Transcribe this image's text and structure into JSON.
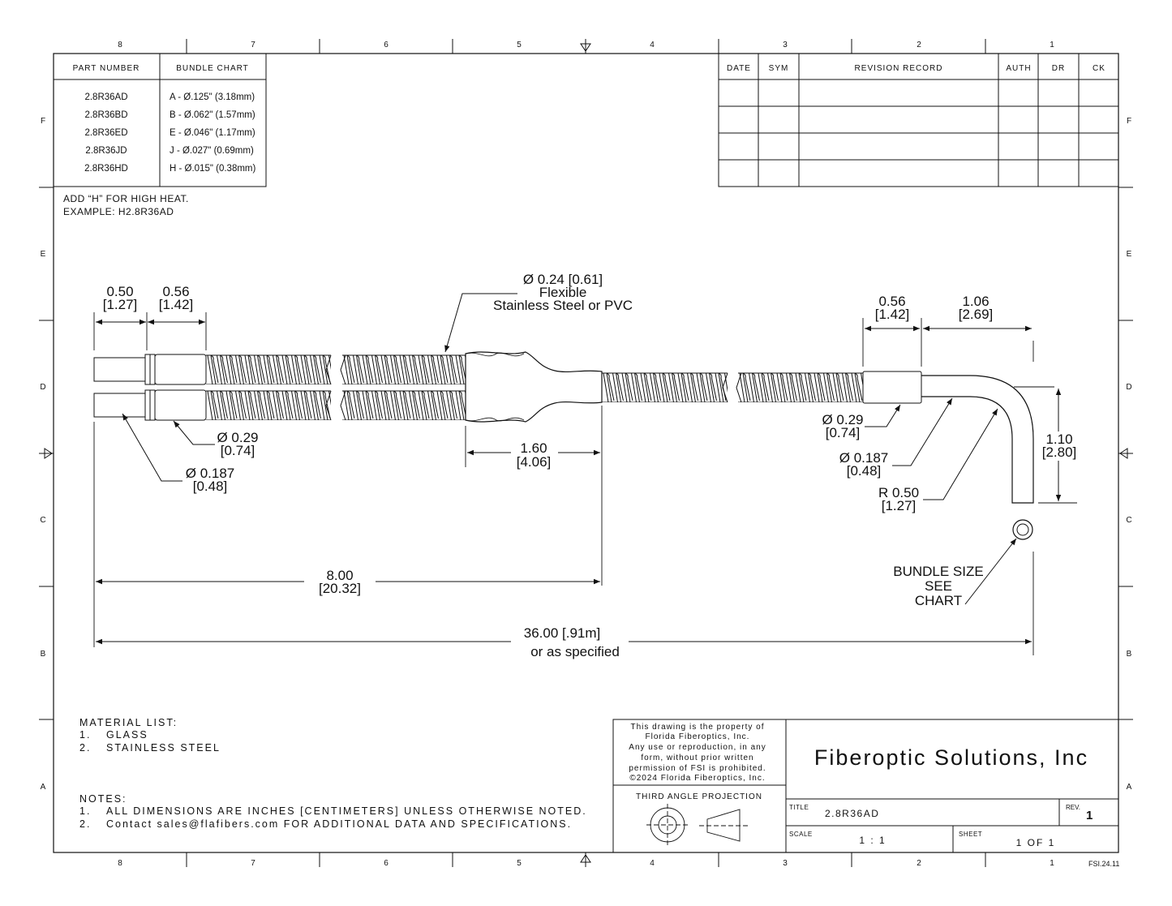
{
  "zones": {
    "columns": [
      "8",
      "7",
      "6",
      "5",
      "4",
      "3",
      "2",
      "1"
    ],
    "rows": [
      "F",
      "E",
      "D",
      "C",
      "B",
      "A"
    ]
  },
  "bundle_table": {
    "headers": [
      "PART NUMBER",
      "BUNDLE CHART"
    ],
    "rows": [
      {
        "part": "2.8R36AD",
        "bundle": "A - Ø.125\" (3.18mm)"
      },
      {
        "part": "2.8R36BD",
        "bundle": "B - Ø.062\" (1.57mm)"
      },
      {
        "part": "2.8R36ED",
        "bundle": "E - Ø.046\" (1.17mm)"
      },
      {
        "part": "2.8R36JD",
        "bundle": "J  - Ø.027\" (0.69mm)"
      },
      {
        "part": "2.8R36HD",
        "bundle": "H - Ø.015\" (0.38mm)"
      }
    ]
  },
  "revision_table": {
    "headers": [
      "DATE",
      "SYM",
      "REVISION RECORD",
      "AUTH",
      "DR",
      "CK"
    ]
  },
  "high_heat_note": [
    "ADD “H” FOR HIGH HEAT.",
    "EXAMPLE: H2.8R36AD"
  ],
  "dimensions": {
    "d050": [
      "0.50",
      "[1.27]"
    ],
    "d056_left": [
      "0.56",
      "[1.42]"
    ],
    "sheath": [
      "Ø 0.24 [0.61]",
      "Flexible",
      "Stainless Steel or PVC"
    ],
    "d029_left": [
      "Ø 0.29",
      "[0.74]"
    ],
    "d0187_left": [
      "Ø 0.187",
      "[0.48]"
    ],
    "d160": [
      "1.60",
      "[4.06]"
    ],
    "d800": [
      "8.00",
      "[20.32]"
    ],
    "d3600": [
      "36.00 [.91m]",
      "or as specified"
    ],
    "d056_right": [
      "0.56",
      "[1.42]"
    ],
    "d106": [
      "1.06",
      "[2.69]"
    ],
    "d029_right": [
      "Ø 0.29",
      "[0.74]"
    ],
    "d0187_right": [
      "Ø 0.187",
      "[0.48]"
    ],
    "radius": [
      "R 0.50",
      "[1.27]"
    ],
    "d110": [
      "1.10",
      "[2.80]"
    ],
    "bundle_size": [
      "BUNDLE SIZE",
      "SEE",
      "CHART"
    ]
  },
  "material_list": {
    "heading": "MATERIAL LIST:",
    "items": [
      {
        "num": "1.",
        "text": "GLASS"
      },
      {
        "num": "2.",
        "text": "STAINLESS STEEL"
      }
    ]
  },
  "notes": {
    "heading": "NOTES:",
    "items": [
      {
        "num": "1.",
        "text": "ALL DIMENSIONS ARE INCHES [CENTIMETERS] UNLESS OTHERWISE NOTED."
      },
      {
        "num": "2.",
        "text": "Contact sales@flafibers.com FOR ADDITIONAL DATA AND SPECIFICATIONS."
      }
    ]
  },
  "title_block": {
    "legal": [
      "This drawing is the property of",
      "Florida Fiberoptics, Inc.",
      "Any use or reproduction, in any",
      "form, without prior written",
      "permission of FSI is prohibited.",
      "©2024 Florida Fiberoptics, Inc."
    ],
    "projection": "THIRD ANGLE PROJECTION",
    "company": "Fiberoptic Solutions, Inc",
    "title_label": "TITLE",
    "title_value": "2.8R36AD",
    "rev_label": "REV.",
    "rev_value": "1",
    "scale_label": "SCALE",
    "scale_value": "1 : 1",
    "sheet_label": "SHEET",
    "sheet_value": "1  OF 1"
  },
  "form_id": "FSI.24.11"
}
